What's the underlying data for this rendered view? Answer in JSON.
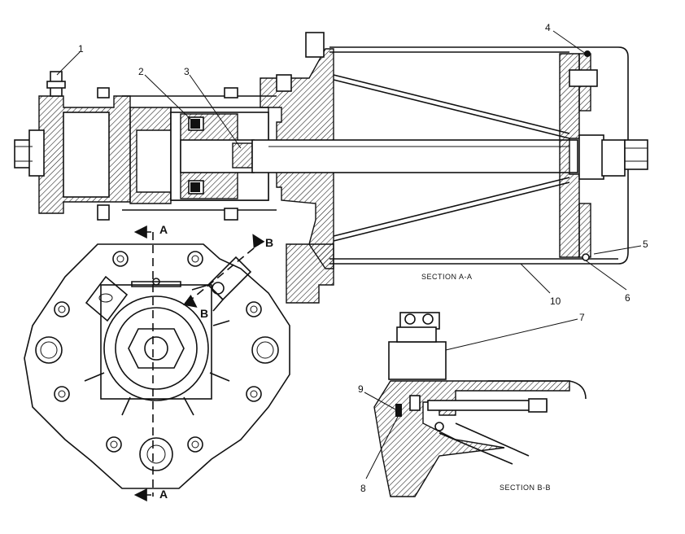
{
  "callouts": [
    "1",
    "2",
    "3",
    "4",
    "5",
    "6",
    "7",
    "8",
    "9",
    "10"
  ],
  "section_labels": {
    "section_aa": "SECTION A-A",
    "section_bb": "SECTION B-B"
  },
  "view_markers": {
    "a_top": "A",
    "a_bottom": "A",
    "b_upper": "B",
    "b_lower": "B"
  }
}
